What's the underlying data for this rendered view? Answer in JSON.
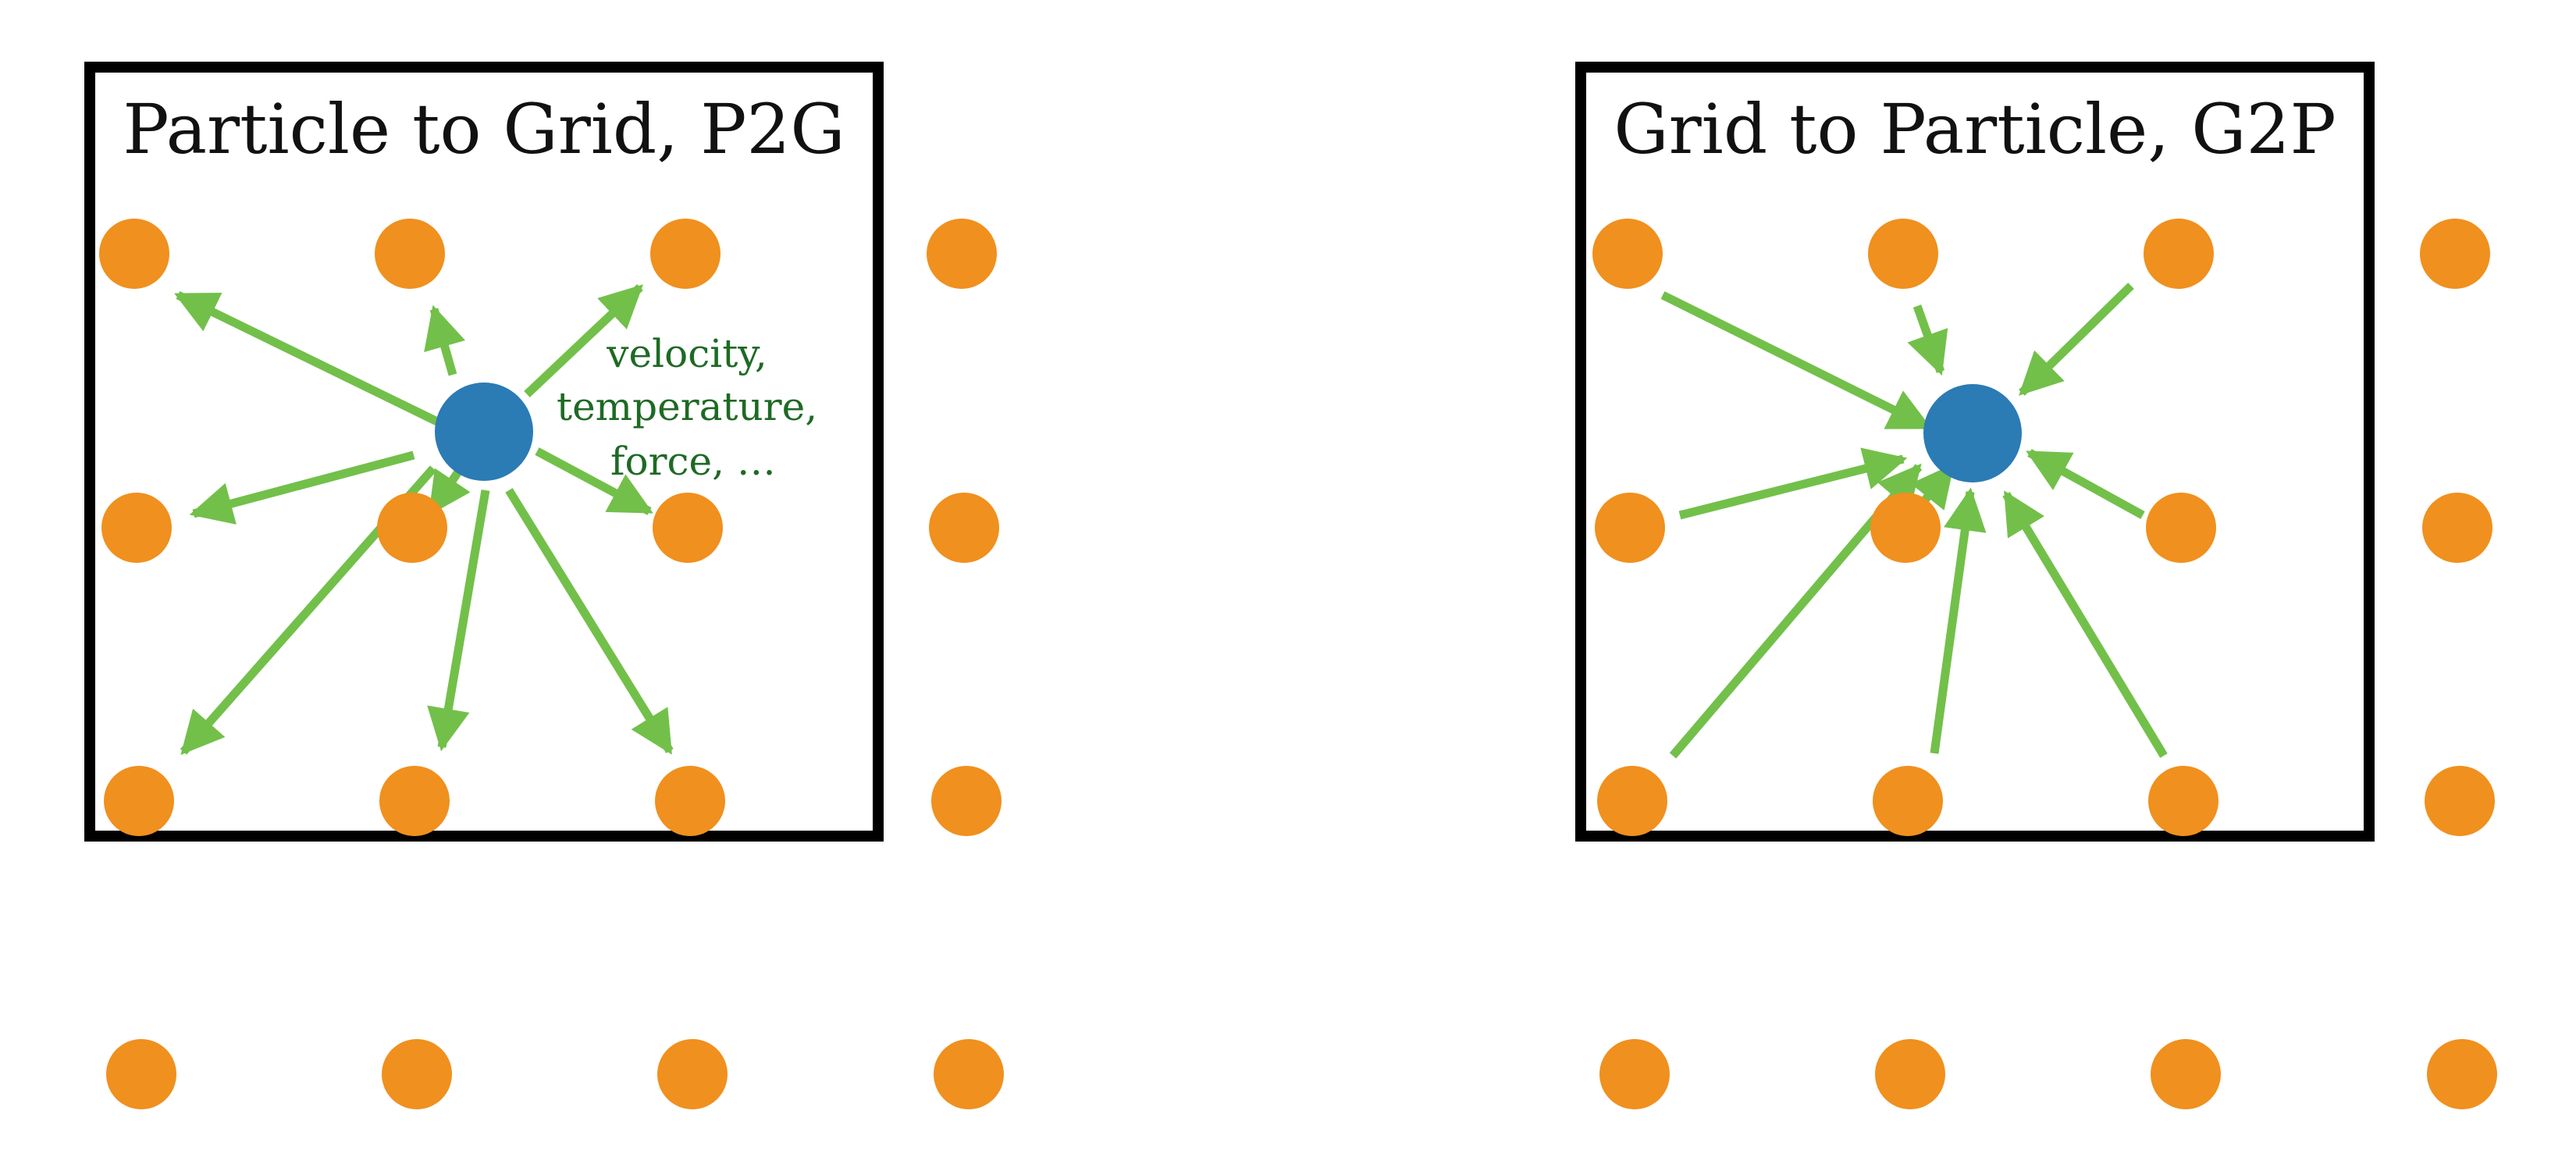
{
  "colors": {
    "background": "#ffffff",
    "frame": "#000000",
    "grid_node": "#F0901E",
    "particle": "#2B7BB5",
    "arrow": "#72C04A",
    "annotation_text": "#1E6A24",
    "title_text": "#111111"
  },
  "panels": [
    {
      "id": "p2g",
      "title": "Particle to Grid, P2G",
      "direction": "outward",
      "annotation": [
        "velocity,",
        "temperature,",
        "force, …"
      ]
    },
    {
      "id": "g2p",
      "title": "Grid to Particle, G2P",
      "direction": "inward",
      "annotation": []
    }
  ],
  "grid": {
    "rows": 4,
    "columns": 4
  },
  "icons": {
    "grid_node": "orange-circle",
    "particle": "blue-circle",
    "arrow": "green-arrow"
  }
}
